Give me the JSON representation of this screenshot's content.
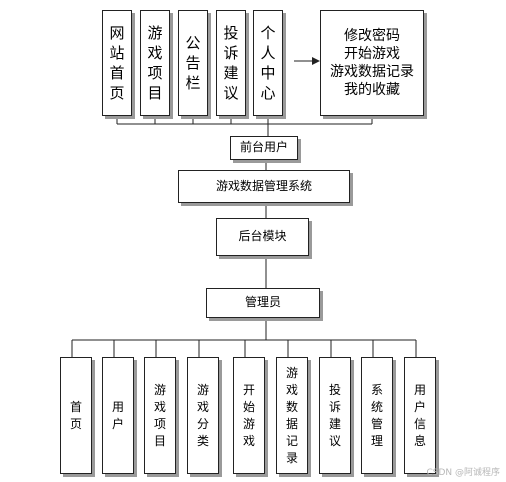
{
  "top_modules": [
    "网站首页",
    "游戏项目",
    "公告栏",
    "投诉建议",
    "个人中心"
  ],
  "personal_center_items": [
    "修改密码",
    "开始游戏",
    "游戏数据记录",
    "我的收藏"
  ],
  "front_user": "前台用户",
  "system": "游戏数据管理系统",
  "backend": "后台模块",
  "admin": "管理员",
  "bottom_modules": [
    "首页",
    "用户",
    "游戏项目",
    "游戏分类",
    "开始游戏",
    "游戏数据记录",
    "投诉建议",
    "系统管理",
    "用户信息"
  ],
  "watermark": "CSDN @阿诚程序"
}
